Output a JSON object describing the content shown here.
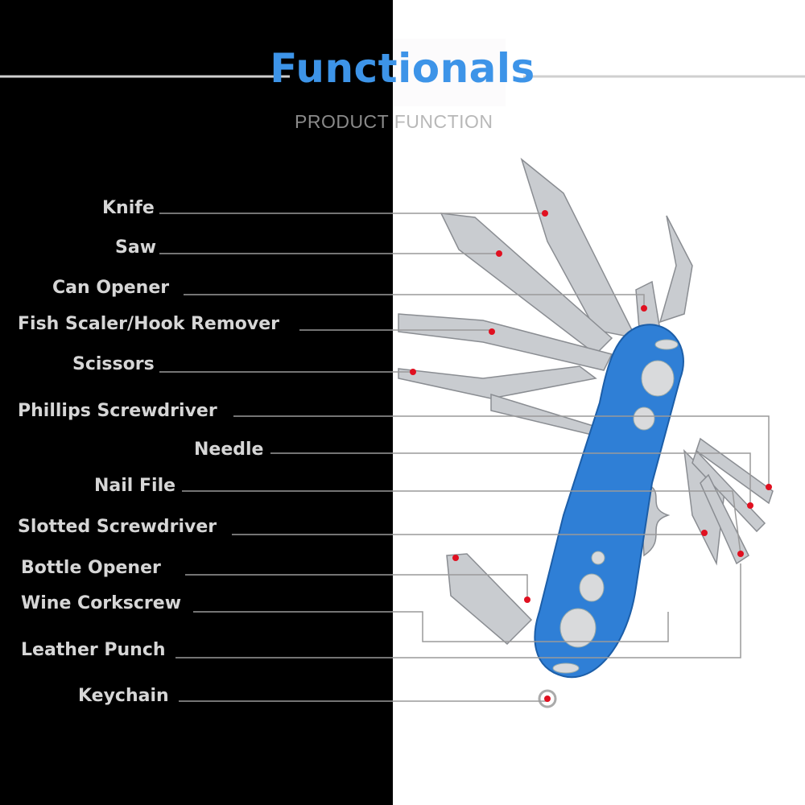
{
  "header": {
    "title": "Functionals",
    "subtitle_part1": "PRODUCT",
    "subtitle_part2": "FUNCTION"
  },
  "labels": [
    "Knife",
    "Saw",
    "Can Opener",
    "Fish Scaler/Hook Remover",
    "Scissors",
    "Phillips Screwdriver",
    "Needle",
    "Nail File",
    "Slotted Screwdriver",
    "Bottle Opener",
    "Wine Corkscrew",
    "Leather Punch",
    "Keychain"
  ],
  "colors": {
    "title": "#3d94e8",
    "handle": "#2f7fd6",
    "marker": "#e01020"
  }
}
